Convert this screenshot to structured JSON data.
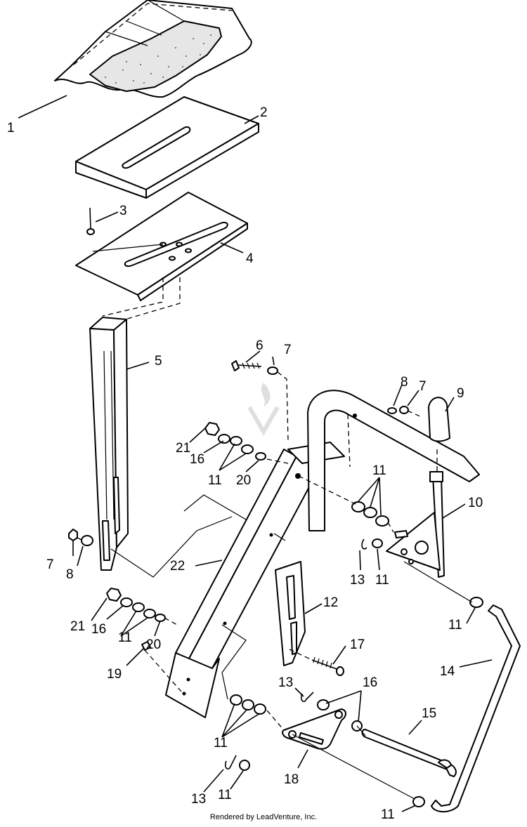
{
  "diagram": {
    "callouts": [
      {
        "id": "c1",
        "label": "1"
      },
      {
        "id": "c2",
        "label": "2"
      },
      {
        "id": "c3",
        "label": "3"
      },
      {
        "id": "c4",
        "label": "4"
      },
      {
        "id": "c5",
        "label": "5"
      },
      {
        "id": "c6",
        "label": "6"
      },
      {
        "id": "c7a",
        "label": "7"
      },
      {
        "id": "c7b",
        "label": "7"
      },
      {
        "id": "c8a",
        "label": "8"
      },
      {
        "id": "c7c",
        "label": "7"
      },
      {
        "id": "c8b",
        "label": "8"
      },
      {
        "id": "c9",
        "label": "9"
      },
      {
        "id": "c10",
        "label": "10"
      },
      {
        "id": "c11a",
        "label": "11"
      },
      {
        "id": "c11b",
        "label": "11"
      },
      {
        "id": "c13a",
        "label": "13"
      },
      {
        "id": "c21a",
        "label": "21"
      },
      {
        "id": "c16a",
        "label": "16"
      },
      {
        "id": "c11c",
        "label": "11"
      },
      {
        "id": "c20a",
        "label": "20"
      },
      {
        "id": "c22",
        "label": "22"
      },
      {
        "id": "c12",
        "label": "12"
      },
      {
        "id": "c11d",
        "label": "11"
      },
      {
        "id": "c21b",
        "label": "21"
      },
      {
        "id": "c16b",
        "label": "16"
      },
      {
        "id": "c11e",
        "label": "11"
      },
      {
        "id": "c20b",
        "label": "20"
      },
      {
        "id": "c19",
        "label": "19"
      },
      {
        "id": "c17",
        "label": "17"
      },
      {
        "id": "c14",
        "label": "14"
      },
      {
        "id": "c13b",
        "label": "13"
      },
      {
        "id": "c16c",
        "label": "16"
      },
      {
        "id": "c15",
        "label": "15"
      },
      {
        "id": "c11f",
        "label": "11"
      },
      {
        "id": "c18",
        "label": "18"
      },
      {
        "id": "c13c",
        "label": "13"
      },
      {
        "id": "c11g",
        "label": "11"
      },
      {
        "id": "c11h",
        "label": "11"
      }
    ],
    "footer": "Rendered by LeadVenture, Inc."
  }
}
